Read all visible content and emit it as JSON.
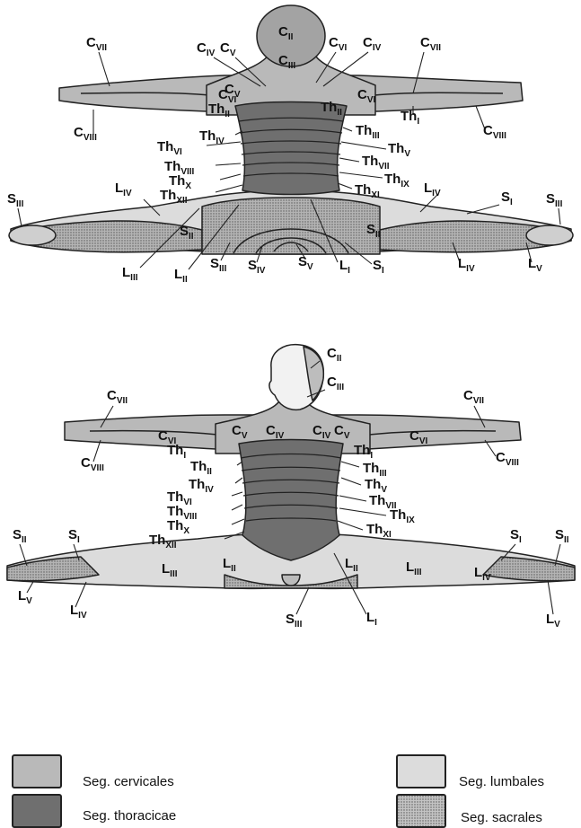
{
  "colors": {
    "cervical": "#b9b9b9",
    "thoracic": "#6f6f6f",
    "lumbar": "#dcdcdc",
    "sacral_base": "#a9a9a9",
    "outline": "#222222"
  },
  "legend": {
    "cervical": "Seg. cervicales",
    "thoracic": "Seg. thoracicae",
    "lumbar": "Seg. lumbales",
    "sacral": "Seg. sacrales"
  },
  "top_figure": {
    "labels": [
      {
        "main": "C",
        "sub": "II"
      },
      {
        "main": "C",
        "sub": "VII"
      },
      {
        "main": "C",
        "sub": "IV"
      },
      {
        "main": "C",
        "sub": "V"
      },
      {
        "main": "C",
        "sub": "VI"
      },
      {
        "main": "C",
        "sub": "IV"
      },
      {
        "main": "C",
        "sub": "VII"
      },
      {
        "main": "C",
        "sub": "III"
      },
      {
        "main": "C",
        "sub": "VI"
      },
      {
        "main": "C",
        "sub": "V"
      },
      {
        "main": "C",
        "sub": "VI"
      },
      {
        "main": "Th",
        "sub": "II"
      },
      {
        "main": "Th",
        "sub": "II"
      },
      {
        "main": "C",
        "sub": "VIII"
      },
      {
        "main": "Th",
        "sub": "I"
      },
      {
        "main": "C",
        "sub": "VIII"
      },
      {
        "main": "Th",
        "sub": "IV"
      },
      {
        "main": "Th",
        "sub": "III"
      },
      {
        "main": "Th",
        "sub": "VI"
      },
      {
        "main": "Th",
        "sub": "V"
      },
      {
        "main": "Th",
        "sub": "VIII"
      },
      {
        "main": "Th",
        "sub": "VII"
      },
      {
        "main": "Th",
        "sub": "X"
      },
      {
        "main": "Th",
        "sub": "IX"
      },
      {
        "main": "Th",
        "sub": "XII"
      },
      {
        "main": "Th",
        "sub": "XI"
      },
      {
        "main": "L",
        "sub": "IV"
      },
      {
        "main": "L",
        "sub": "IV"
      },
      {
        "main": "S",
        "sub": "III"
      },
      {
        "main": "S",
        "sub": "I"
      },
      {
        "main": "S",
        "sub": "III"
      },
      {
        "main": "S",
        "sub": "II"
      },
      {
        "main": "S",
        "sub": "II"
      },
      {
        "main": "L",
        "sub": "III"
      },
      {
        "main": "L",
        "sub": "II"
      },
      {
        "main": "S",
        "sub": "III"
      },
      {
        "main": "S",
        "sub": "IV"
      },
      {
        "main": "S",
        "sub": "V"
      },
      {
        "main": "L",
        "sub": "I"
      },
      {
        "main": "S",
        "sub": "I"
      },
      {
        "main": "L",
        "sub": "IV"
      },
      {
        "main": "L",
        "sub": "V"
      }
    ]
  },
  "bottom_figure": {
    "labels": [
      {
        "main": "C",
        "sub": "II"
      },
      {
        "main": "C",
        "sub": "III"
      },
      {
        "main": "C",
        "sub": "VII"
      },
      {
        "main": "C",
        "sub": "VII"
      },
      {
        "main": "C",
        "sub": "VI"
      },
      {
        "main": "C",
        "sub": "V"
      },
      {
        "main": "C",
        "sub": "IV"
      },
      {
        "main": "C",
        "sub": "IV"
      },
      {
        "main": "C",
        "sub": "V"
      },
      {
        "main": "C",
        "sub": "VI"
      },
      {
        "main": "C",
        "sub": "VIII"
      },
      {
        "main": "Th",
        "sub": "I"
      },
      {
        "main": "Th",
        "sub": "I"
      },
      {
        "main": "C",
        "sub": "VIII"
      },
      {
        "main": "Th",
        "sub": "II"
      },
      {
        "main": "Th",
        "sub": "III"
      },
      {
        "main": "Th",
        "sub": "IV"
      },
      {
        "main": "Th",
        "sub": "V"
      },
      {
        "main": "Th",
        "sub": "VI"
      },
      {
        "main": "Th",
        "sub": "VII"
      },
      {
        "main": "Th",
        "sub": "VIII"
      },
      {
        "main": "Th",
        "sub": "IX"
      },
      {
        "main": "Th",
        "sub": "X"
      },
      {
        "main": "Th",
        "sub": "XI"
      },
      {
        "main": "Th",
        "sub": "XII"
      },
      {
        "main": "S",
        "sub": "II"
      },
      {
        "main": "S",
        "sub": "I"
      },
      {
        "main": "S",
        "sub": "I"
      },
      {
        "main": "S",
        "sub": "II"
      },
      {
        "main": "L",
        "sub": "III"
      },
      {
        "main": "L",
        "sub": "II"
      },
      {
        "main": "L",
        "sub": "II"
      },
      {
        "main": "L",
        "sub": "III"
      },
      {
        "main": "L",
        "sub": "IV"
      },
      {
        "main": "L",
        "sub": "V"
      },
      {
        "main": "L",
        "sub": "IV"
      },
      {
        "main": "S",
        "sub": "III"
      },
      {
        "main": "L",
        "sub": "I"
      },
      {
        "main": "L",
        "sub": "V"
      }
    ]
  }
}
